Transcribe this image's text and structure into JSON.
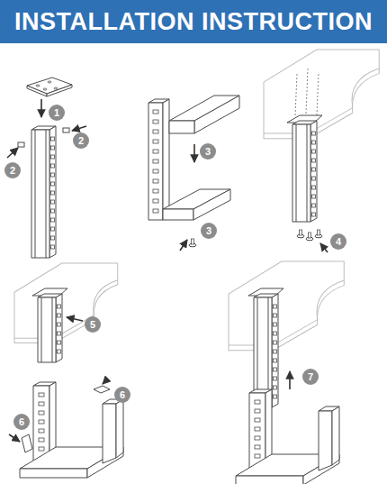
{
  "diagram": {
    "title": "INSTALLATION INSTRUCTION",
    "labels": [
      "1",
      "2",
      "2",
      "3",
      "3",
      "4",
      "5",
      "6",
      "6",
      "7"
    ]
  }
}
